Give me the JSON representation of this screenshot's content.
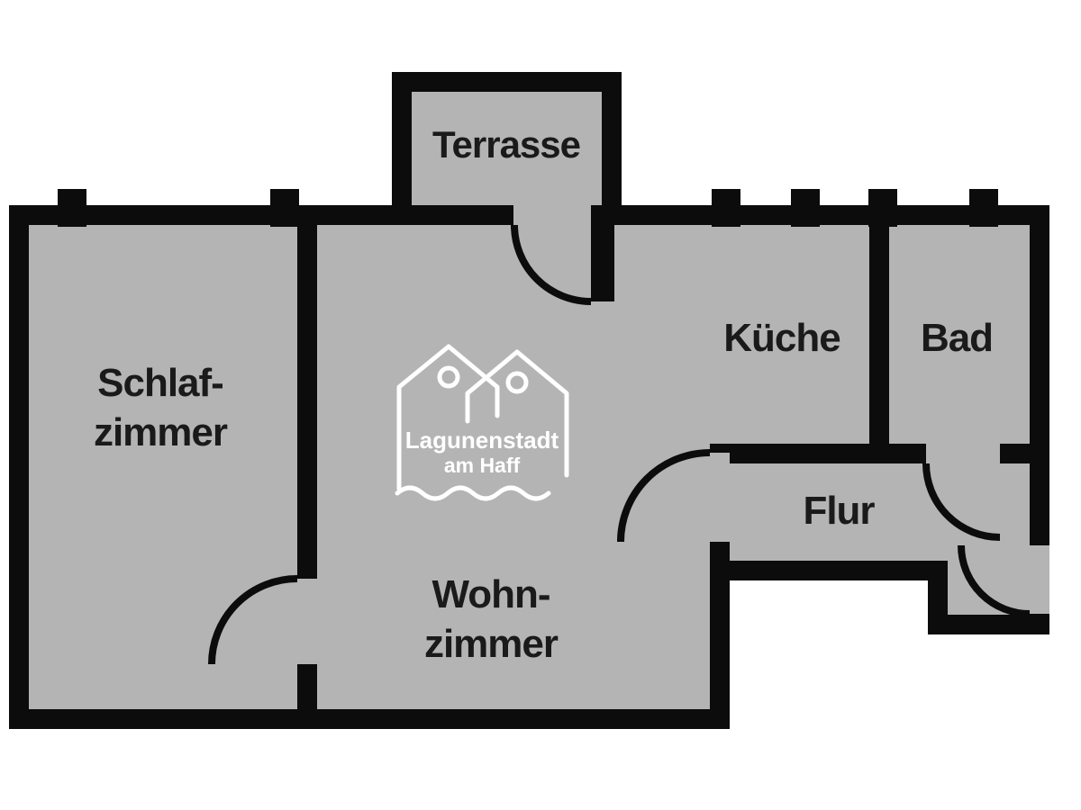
{
  "page": {
    "type": "apartment-floor-plan"
  },
  "colors": {
    "background": "#ffffff",
    "room_fill": "#b4b4b4",
    "wall": "#0c0c0c",
    "label_text": "#1a1a1a",
    "logo": "#ffffff"
  },
  "rooms": {
    "terrasse": {
      "label": "Terrasse"
    },
    "schlafzimmer": {
      "line1": "Schlaf-",
      "line2": "zimmer"
    },
    "wohnzimmer": {
      "line1": "Wohn-",
      "line2": "zimmer"
    },
    "kueche": {
      "label": "Küche"
    },
    "bad": {
      "label": "Bad"
    },
    "flur": {
      "label": "Flur"
    }
  },
  "logo": {
    "line1": "Lagunenstadt",
    "line2": "am Haff"
  }
}
